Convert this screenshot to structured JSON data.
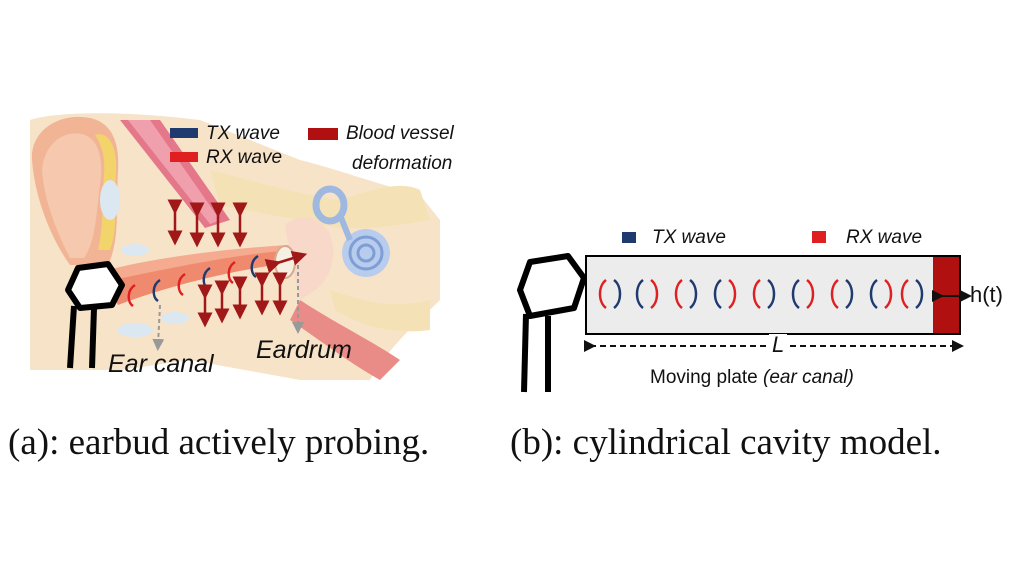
{
  "panel_a": {
    "legend": {
      "tx_label": "TX wave",
      "rx_label": "RX wave",
      "blood_label_line1": "Blood vessel",
      "blood_label_line2": "deformation"
    },
    "ear_canal_label": "Ear canal",
    "eardrum_label": "Eardrum",
    "caption": "(a): earbud actively probing."
  },
  "panel_b": {
    "legend": {
      "tx_label": "TX wave",
      "rx_label": "RX wave"
    },
    "height_label": "h(t)",
    "length_label": "L",
    "plate_label_prefix": "Moving plate ",
    "plate_label_italic": "(ear canal)",
    "caption": "(b): cylindrical cavity model."
  },
  "colors": {
    "tx": "#1f3a6e",
    "rx": "#e02020",
    "blood": "#b01010",
    "arrow": "#a01818"
  }
}
